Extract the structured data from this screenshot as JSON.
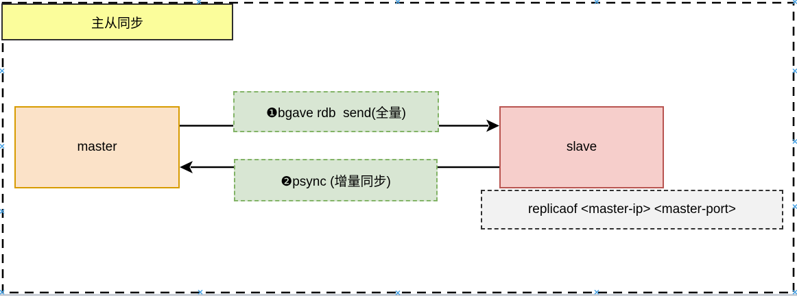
{
  "canvas": {
    "title_note": "主从同步",
    "nodes": {
      "master": "master",
      "slave": "slave"
    },
    "flows": [
      {
        "label": "❶bgave rdb  send(全量)"
      },
      {
        "label": "❷psync (增量同步)"
      }
    ],
    "command_note": "replicaof <master-ip> <master-port>",
    "icons": {
      "connection_point": "x-cross"
    },
    "colors": {
      "title_fill": "#fbfd9b",
      "title_border": "#2e2e2e",
      "master_fill": "#fbe2c8",
      "master_border": "#d79b00",
      "slave_fill": "#f6cecb",
      "slave_border": "#b85450",
      "step_fill": "#d8e6d3",
      "step_border": "#82b366",
      "note_fill": "#f2f2f2",
      "note_border": "#2f2f2f",
      "connector": "#000000",
      "connection_point": "#47a2e5"
    }
  }
}
